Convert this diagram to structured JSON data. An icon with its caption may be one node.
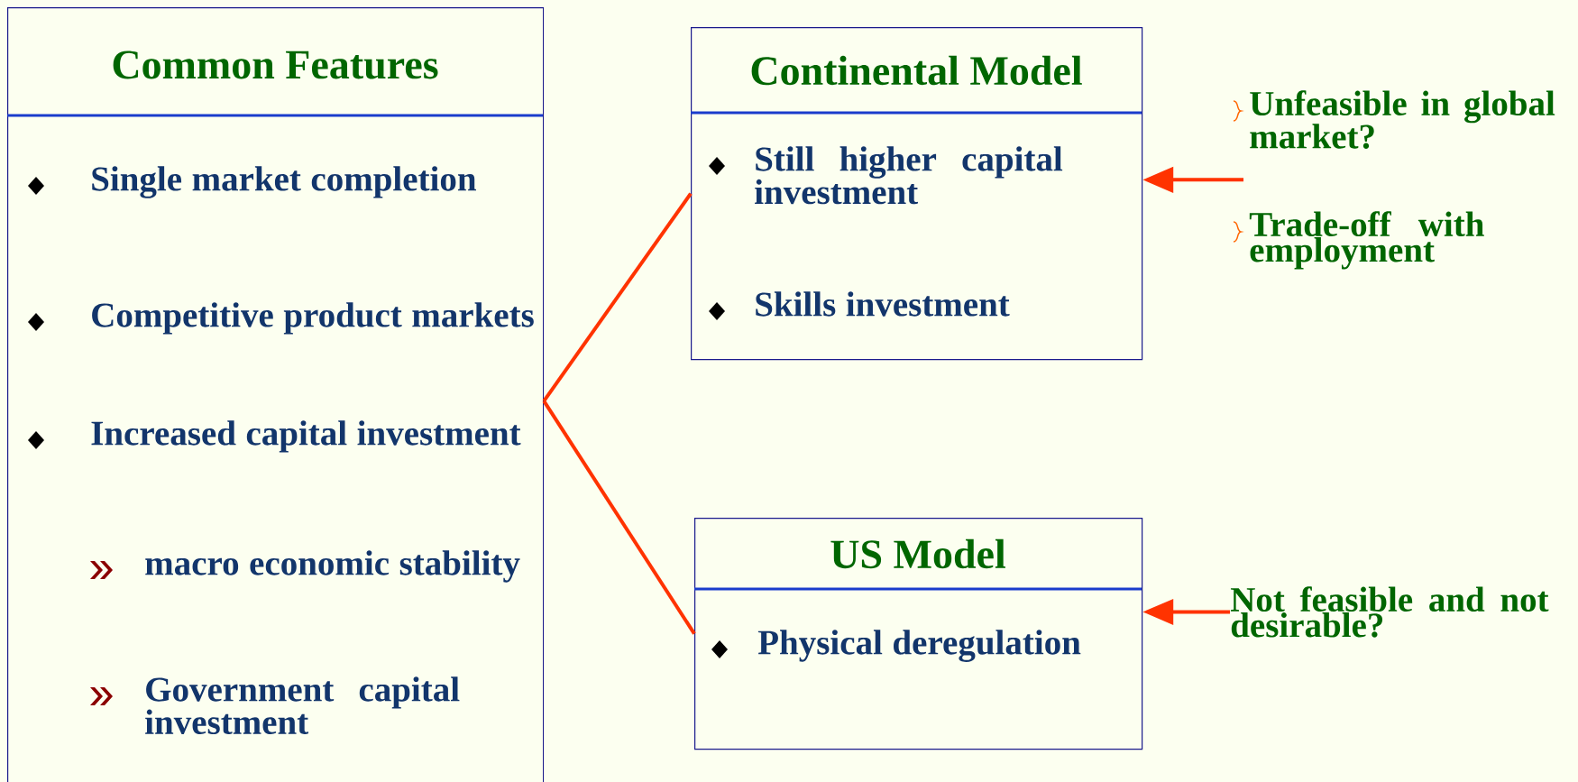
{
  "diagram": {
    "nodes": [
      {
        "text": [
          "Common Features",
          "Single market completion",
          "Competitive product markets",
          "Increased capital investment",
          "macro economic stability",
          "Government capital investment"
        ]
      },
      {
        "text": [
          "Continental Model",
          "Still higher capital investment",
          "Skills investment"
        ]
      },
      {
        "text": [
          "US Model",
          "Physical deregulation"
        ]
      },
      {
        "text": [
          "Unfeasible in global market?",
          "Trade-off with employment"
        ]
      },
      {
        "text": [
          "Not feasible and not desirable?"
        ]
      }
    ],
    "edges": [
      {
        "from": 0,
        "to": 1,
        "arrow": "none"
      },
      {
        "from": 0,
        "to": 2,
        "arrow": "none"
      },
      {
        "from": 3,
        "to": 1,
        "arrow": "to"
      },
      {
        "from": 4,
        "to": 2,
        "arrow": "to"
      }
    ]
  }
}
